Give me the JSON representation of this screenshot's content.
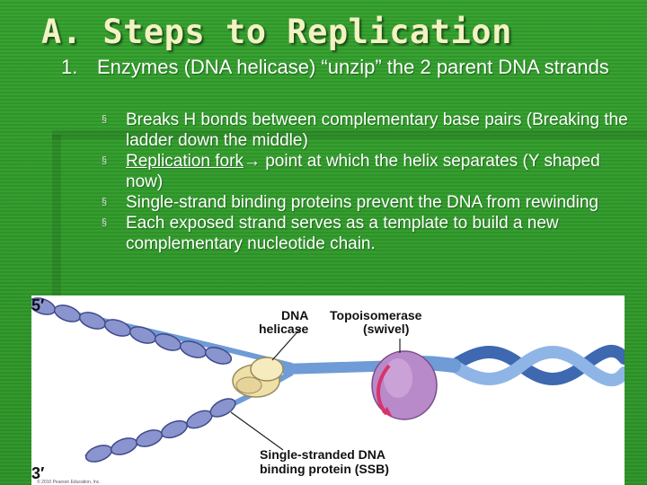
{
  "slide": {
    "title": "A. Steps to Replication",
    "point": {
      "number": "1.",
      "text": "Enzymes (DNA helicase) “unzip” the 2 parent DNA strands"
    },
    "subpoints": [
      {
        "bullet": "§",
        "text": "Breaks H bonds between complementary base pairs (Breaking the ladder down the middle)"
      },
      {
        "bullet": "§",
        "link_text": "Replication fork",
        "arrow": "→",
        "text": " point at which the helix separates (Y shaped now)"
      },
      {
        "bullet": "§",
        "text": "Single-strand binding proteins prevent the DNA from rewinding"
      },
      {
        "bullet": "§",
        "text": "Each exposed strand serves as a template to build a new complementary nucleotide chain."
      }
    ]
  },
  "figure": {
    "end_5": "5′",
    "end_3": "3′",
    "label_helicase_line1": "DNA",
    "label_helicase_line2": "helicase",
    "label_topo_line1": "Topoisomerase",
    "label_topo_line2": "(swivel)",
    "label_ssb_line1": "Single-stranded DNA",
    "label_ssb_line2": "binding protein (SSB)",
    "copyright": "© 2010 Pearson Education, Inc.",
    "colors": {
      "bead_fill": "#8a95cf",
      "bead_stroke": "#3f4a8a",
      "helix_blue": "#6f9bd6",
      "helix_dark": "#3e68b0",
      "topo_fill": "#b98ac9",
      "helicase_fill": "#efe0a8",
      "arrow_red": "#d8336a",
      "background": "#2f9a2a",
      "title_color": "#f2f2c2"
    }
  }
}
